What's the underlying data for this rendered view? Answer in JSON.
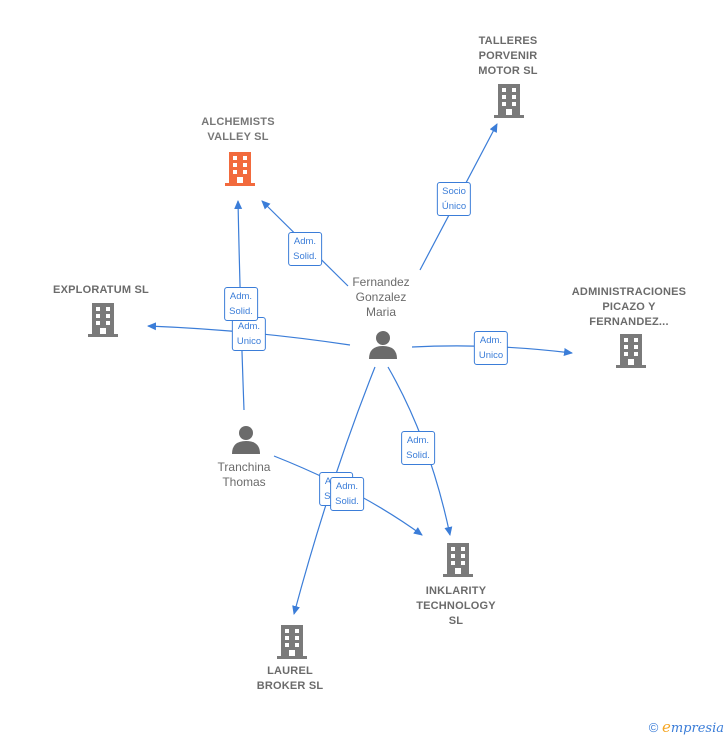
{
  "colors": {
    "edge": "#3b7dd8",
    "company": "#7a7a7a",
    "company_highlight": "#f26a3d",
    "person": "#6b6b6b"
  },
  "nodes": {
    "talleres": "TALLERES\nPORVENIR\nMOTOR  SL",
    "alchemists": "ALCHEMISTS\nVALLEY  SL",
    "exploratum": "EXPLORATUM SL",
    "administraciones": "ADMINISTRACIONES\nPICAZO Y\nFERNANDEZ...",
    "fernandez": "Fernandez\nGonzalez\nMaria",
    "tranchina": "Tranchina\nThomas",
    "inklarity": "INKLARITY\nTECHNOLOGY\nSL",
    "laurel": "LAUREL\nBROKER SL"
  },
  "edge_labels": {
    "socio_unico": "Socio\nÚnico",
    "adm_solid": "Adm.\nSolid.",
    "adm_unico": "Adm.\nUnico"
  },
  "footer": {
    "copyright": "©",
    "brand_first": "e",
    "brand_rest": "mpresia"
  }
}
